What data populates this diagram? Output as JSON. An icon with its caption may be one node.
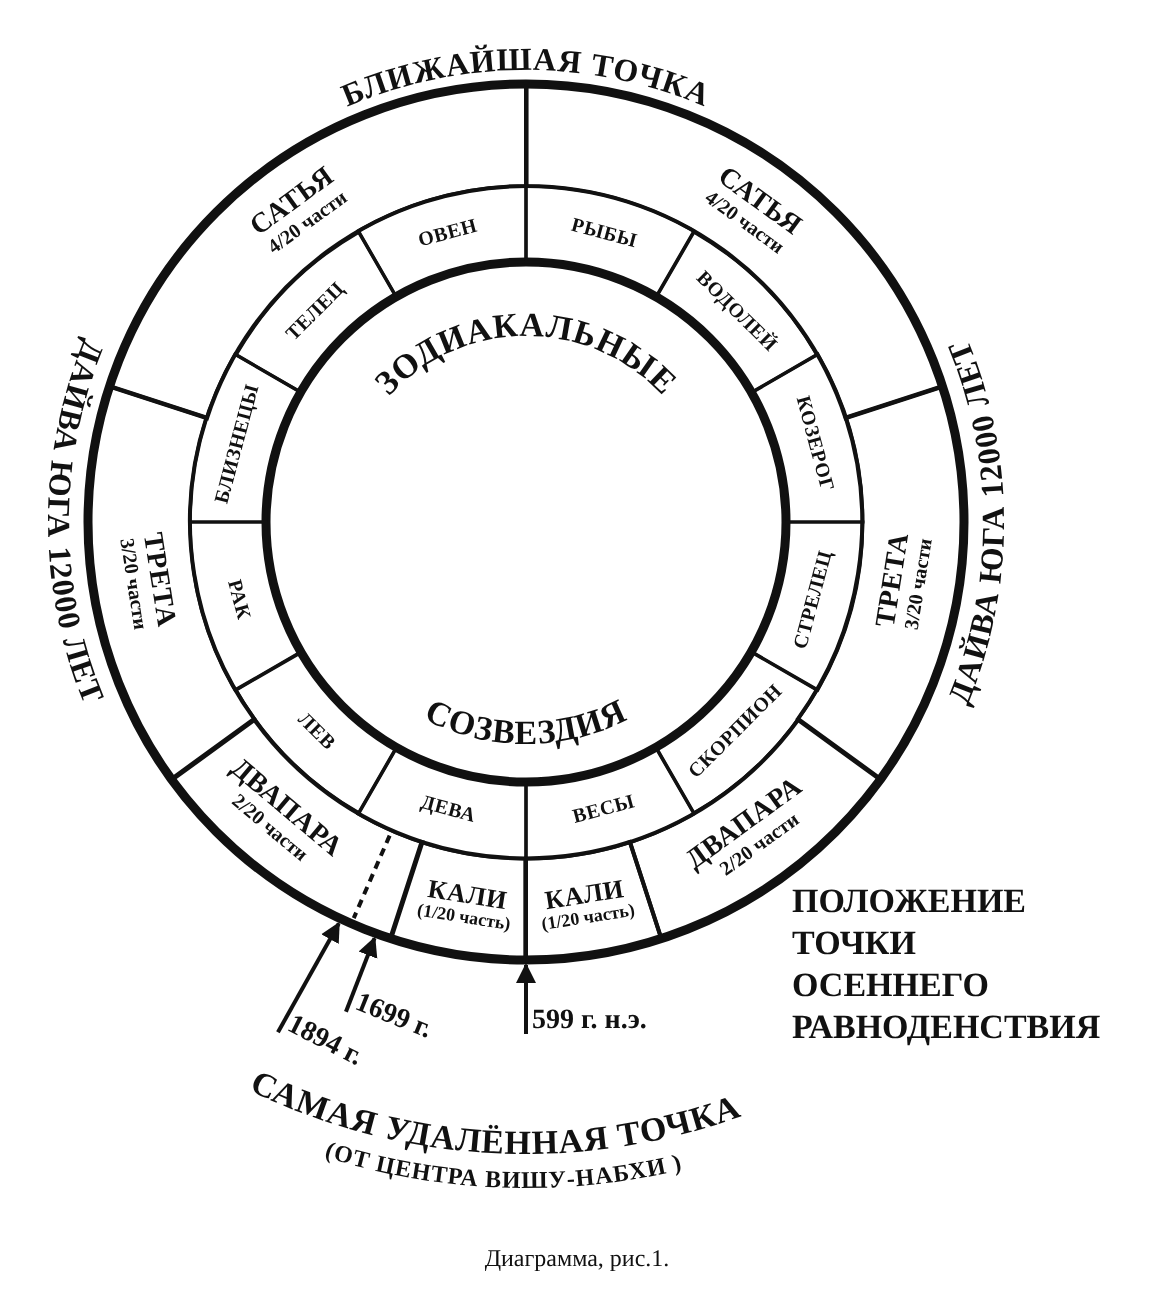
{
  "diagram": {
    "caption": "Диаграмма, рис.1.",
    "nodes": [
      {
        "text": [
          "САТЬЯ",
          "4/20 части"
        ]
      },
      {
        "text": [
          "САТЬЯ",
          "4/20 части"
        ]
      },
      {
        "text": [
          "ОВЕН"
        ]
      },
      {
        "text": [
          "РЫБЫ"
        ]
      },
      {
        "text": [
          "ТЕЛЕЦ"
        ]
      },
      {
        "text": [
          "ВОДОЛЕЙ"
        ]
      },
      {
        "text": [
          "БЛИЗНЕЦЫ"
        ]
      },
      {
        "text": [
          "КОЗЕРОГ"
        ]
      },
      {
        "text": [
          "ТРЕТА",
          "3/20 части"
        ]
      },
      {
        "text": [
          "РАК"
        ]
      },
      {
        "text": [
          "СТРЕЛЕЦ"
        ]
      },
      {
        "text": [
          "ТРЕТА",
          "3/20 части"
        ]
      },
      {
        "text": [
          "ЛЕВ"
        ]
      },
      {
        "text": [
          "СКОРПИОН"
        ]
      },
      {
        "text": [
          "ДЕВА"
        ]
      },
      {
        "text": [
          "ВЕСЫ"
        ]
      },
      {
        "text": [
          "ДВАПАРА",
          "2/20 части"
        ]
      },
      {
        "text": [
          "ДВАПАРА",
          "2/20 части"
        ]
      },
      {
        "text": [
          "КАЛИ",
          "(1/20 часть)"
        ]
      },
      {
        "text": [
          "КАЛИ",
          "(1/20 часть)"
        ]
      },
      {
        "text": [
          "1699 г."
        ]
      },
      {
        "text": [
          "1894 г."
        ]
      },
      {
        "text": [
          "599 г. н.э."
        ]
      }
    ],
    "edges": [
      {
        "from": 20,
        "to": 16,
        "arrow": "to"
      },
      {
        "from": 21,
        "to": 16,
        "arrow": "to"
      },
      {
        "from": 22,
        "to": null,
        "arrow": "to"
      }
    ],
    "labels": [
      "БЛИЖАЙШАЯ ТОЧКА",
      "ДАЙВА ЮГА 12000 ЛЕТ",
      "ДАЙВА ЮГА 12000 ЛЕТ",
      "ЗОДИАКАЛЬНЫЕ",
      "СОЗВЕЗДИЯ",
      "ПОЛОЖЕНИЕ ТОЧКИ ОСЕННЕГО РАВНОДЕНСТВИЯ",
      "САМАЯ УДАЛЁННАЯ ТОЧКА",
      "(ОТ ЦЕНТРА ВИШУ-НАБХИ )"
    ]
  }
}
